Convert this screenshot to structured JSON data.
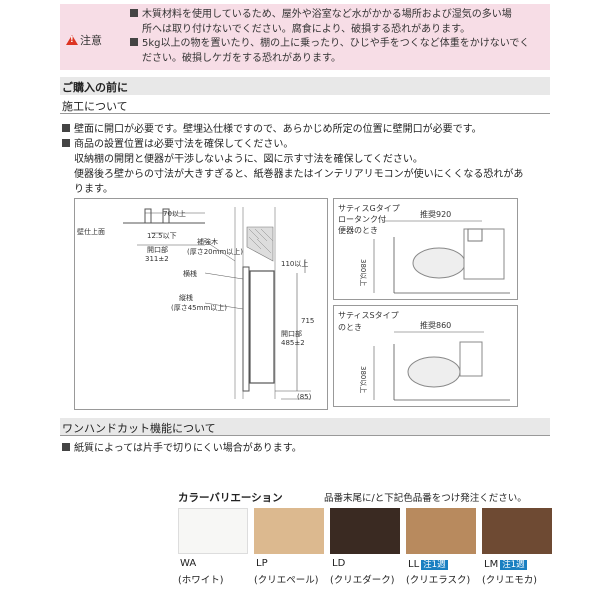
{
  "caution": {
    "label": "注意",
    "lines": [
      "木質材料を使用しているため、屋外や浴室など水がかかる場所および湿気の多い場",
      "所へは取り付けないでください。腐食により、破損する恐れがあります。",
      "5kg以上の物を置いたり、棚の上に乗ったり、ひじや手をつくなど体重をかけないでく",
      "ださい。破損しケガをする恐れがあります。"
    ]
  },
  "purchase": {
    "heading": "ご購入の前に",
    "subheading": "施工について",
    "lines": [
      "壁面に開口が必要です。壁埋込仕様ですので、あらかじめ所定の位置に壁開口が必要です。",
      "商品の設置位置は必要寸法を確保してください。",
      "収納棚の開閉と便器が干渉しないように、図に示す寸法を確保してください。",
      "便器後ろ壁からの寸法が大きすぎると、紙巻器またはインテリアリモコンが使いにくくなる恐れがあ",
      "ります。"
    ]
  },
  "diagram": {
    "wall_top": "壁仕上面",
    "dim_70": "70以上",
    "dim_125": "12.5以下",
    "opening_label": "開口部",
    "opening_width": "311±2",
    "reinforce": "補強木",
    "reinforce_spec": "(厚さ20mm以上)",
    "yokosan": "横桟",
    "tatesan": "縦桟",
    "tatesan_spec": "(厚さ45mm以上)",
    "dim_110": "110以上",
    "dim_715": "715",
    "opening2_label": "開口部",
    "opening2_height": "485±2",
    "dim_85": "(85)",
    "g_type_title_1": "サティスGタイプ",
    "g_type_title_2": "ロータンク付",
    "g_type_title_3": "便器のとき",
    "g_recommend": "推奨920",
    "g_height": "380以上",
    "s_type_title_1": "サティスSタイプ",
    "s_type_title_2": "のとき",
    "s_recommend": "推奨860",
    "s_height": "380以上"
  },
  "onehand": {
    "heading": "ワンハンドカット機能について",
    "line": "紙質によっては片手で切りにくい場合があります。"
  },
  "colors": {
    "heading": "カラーバリエーション",
    "note": "品番末尾に/と下記色品番をつけ発注ください。",
    "items": [
      {
        "code": "WA",
        "name": "(ホワイト)",
        "hex": "#f7f7f5",
        "badge": ""
      },
      {
        "code": "LP",
        "name": "(クリエペール)",
        "hex": "#dcb98f",
        "badge": ""
      },
      {
        "code": "LD",
        "name": "(クリエダーク)",
        "hex": "#3a2a22",
        "badge": ""
      },
      {
        "code": "LL",
        "name": "(クリエラスク)",
        "hex": "#b88a5e",
        "badge": "注1週"
      },
      {
        "code": "LM",
        "name": "(クリエモカ)",
        "hex": "#6e4a33",
        "badge": "注1週"
      }
    ]
  }
}
